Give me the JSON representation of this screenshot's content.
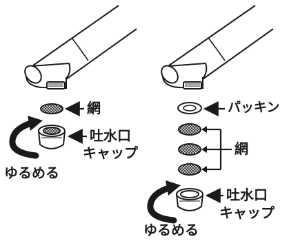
{
  "left": {
    "net_label": "網",
    "cap_label_line1": "吐水口",
    "cap_label_line2": "キャップ",
    "loosen_label": "ゆるめる"
  },
  "right": {
    "packing_label": "パッキン",
    "net_label": "網",
    "cap_label_line1": "吐水口",
    "cap_label_line2": "キャップ",
    "loosen_label": "ゆるめる"
  },
  "colors": {
    "ink": "#1a1a1a",
    "mesh": "#555555"
  }
}
